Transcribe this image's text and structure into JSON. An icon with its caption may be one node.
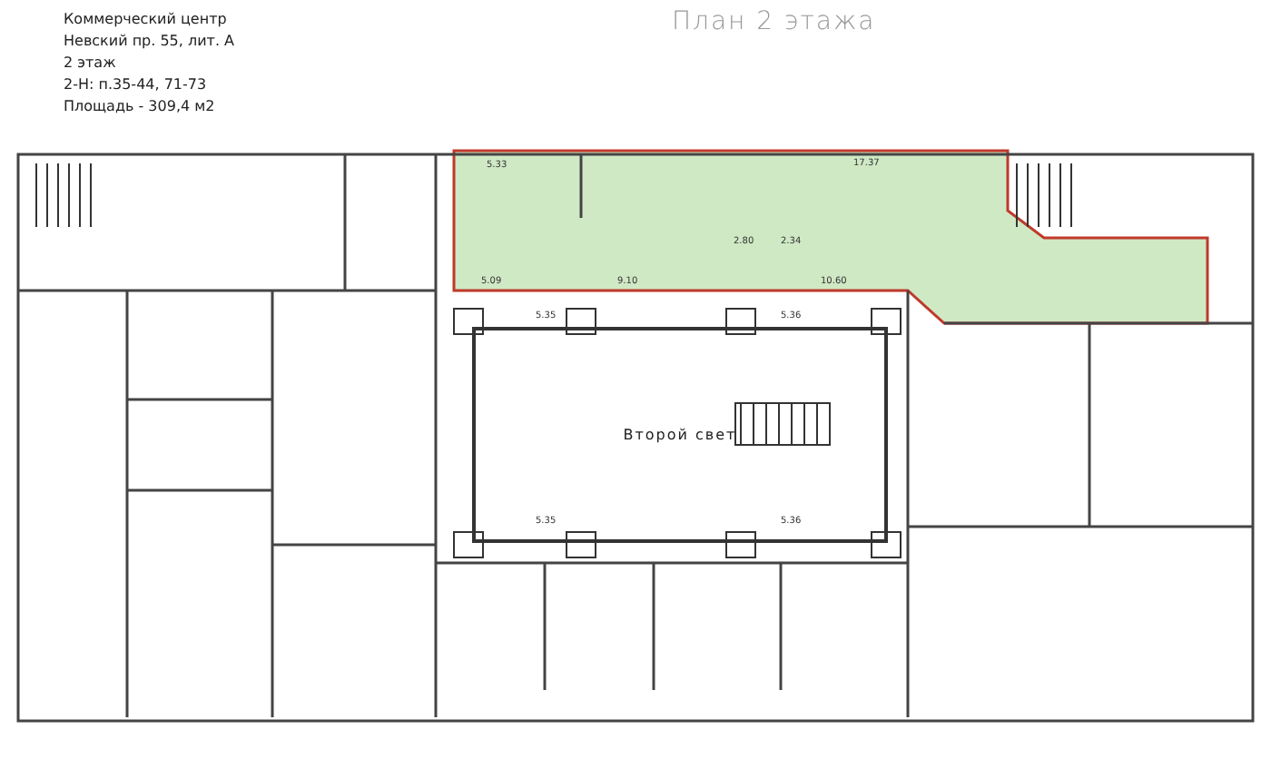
{
  "diagram": {
    "title": "План 2 этажа",
    "nodes": [
      {
        "text": [
          "Второй свет"
        ]
      }
    ],
    "edges": [],
    "labels": [
      "Коммерческий центр",
      "Невский пр. 55, лит. А",
      "2 этаж",
      "2-Н: п.35-44, 71-73",
      "Площадь - 309,4 м2",
      "5.33",
      "17.37",
      "2.80",
      "2.34",
      "5.09",
      "9.10",
      "10.60",
      "5.35",
      "5.36",
      "5.35",
      "5.36"
    ]
  }
}
